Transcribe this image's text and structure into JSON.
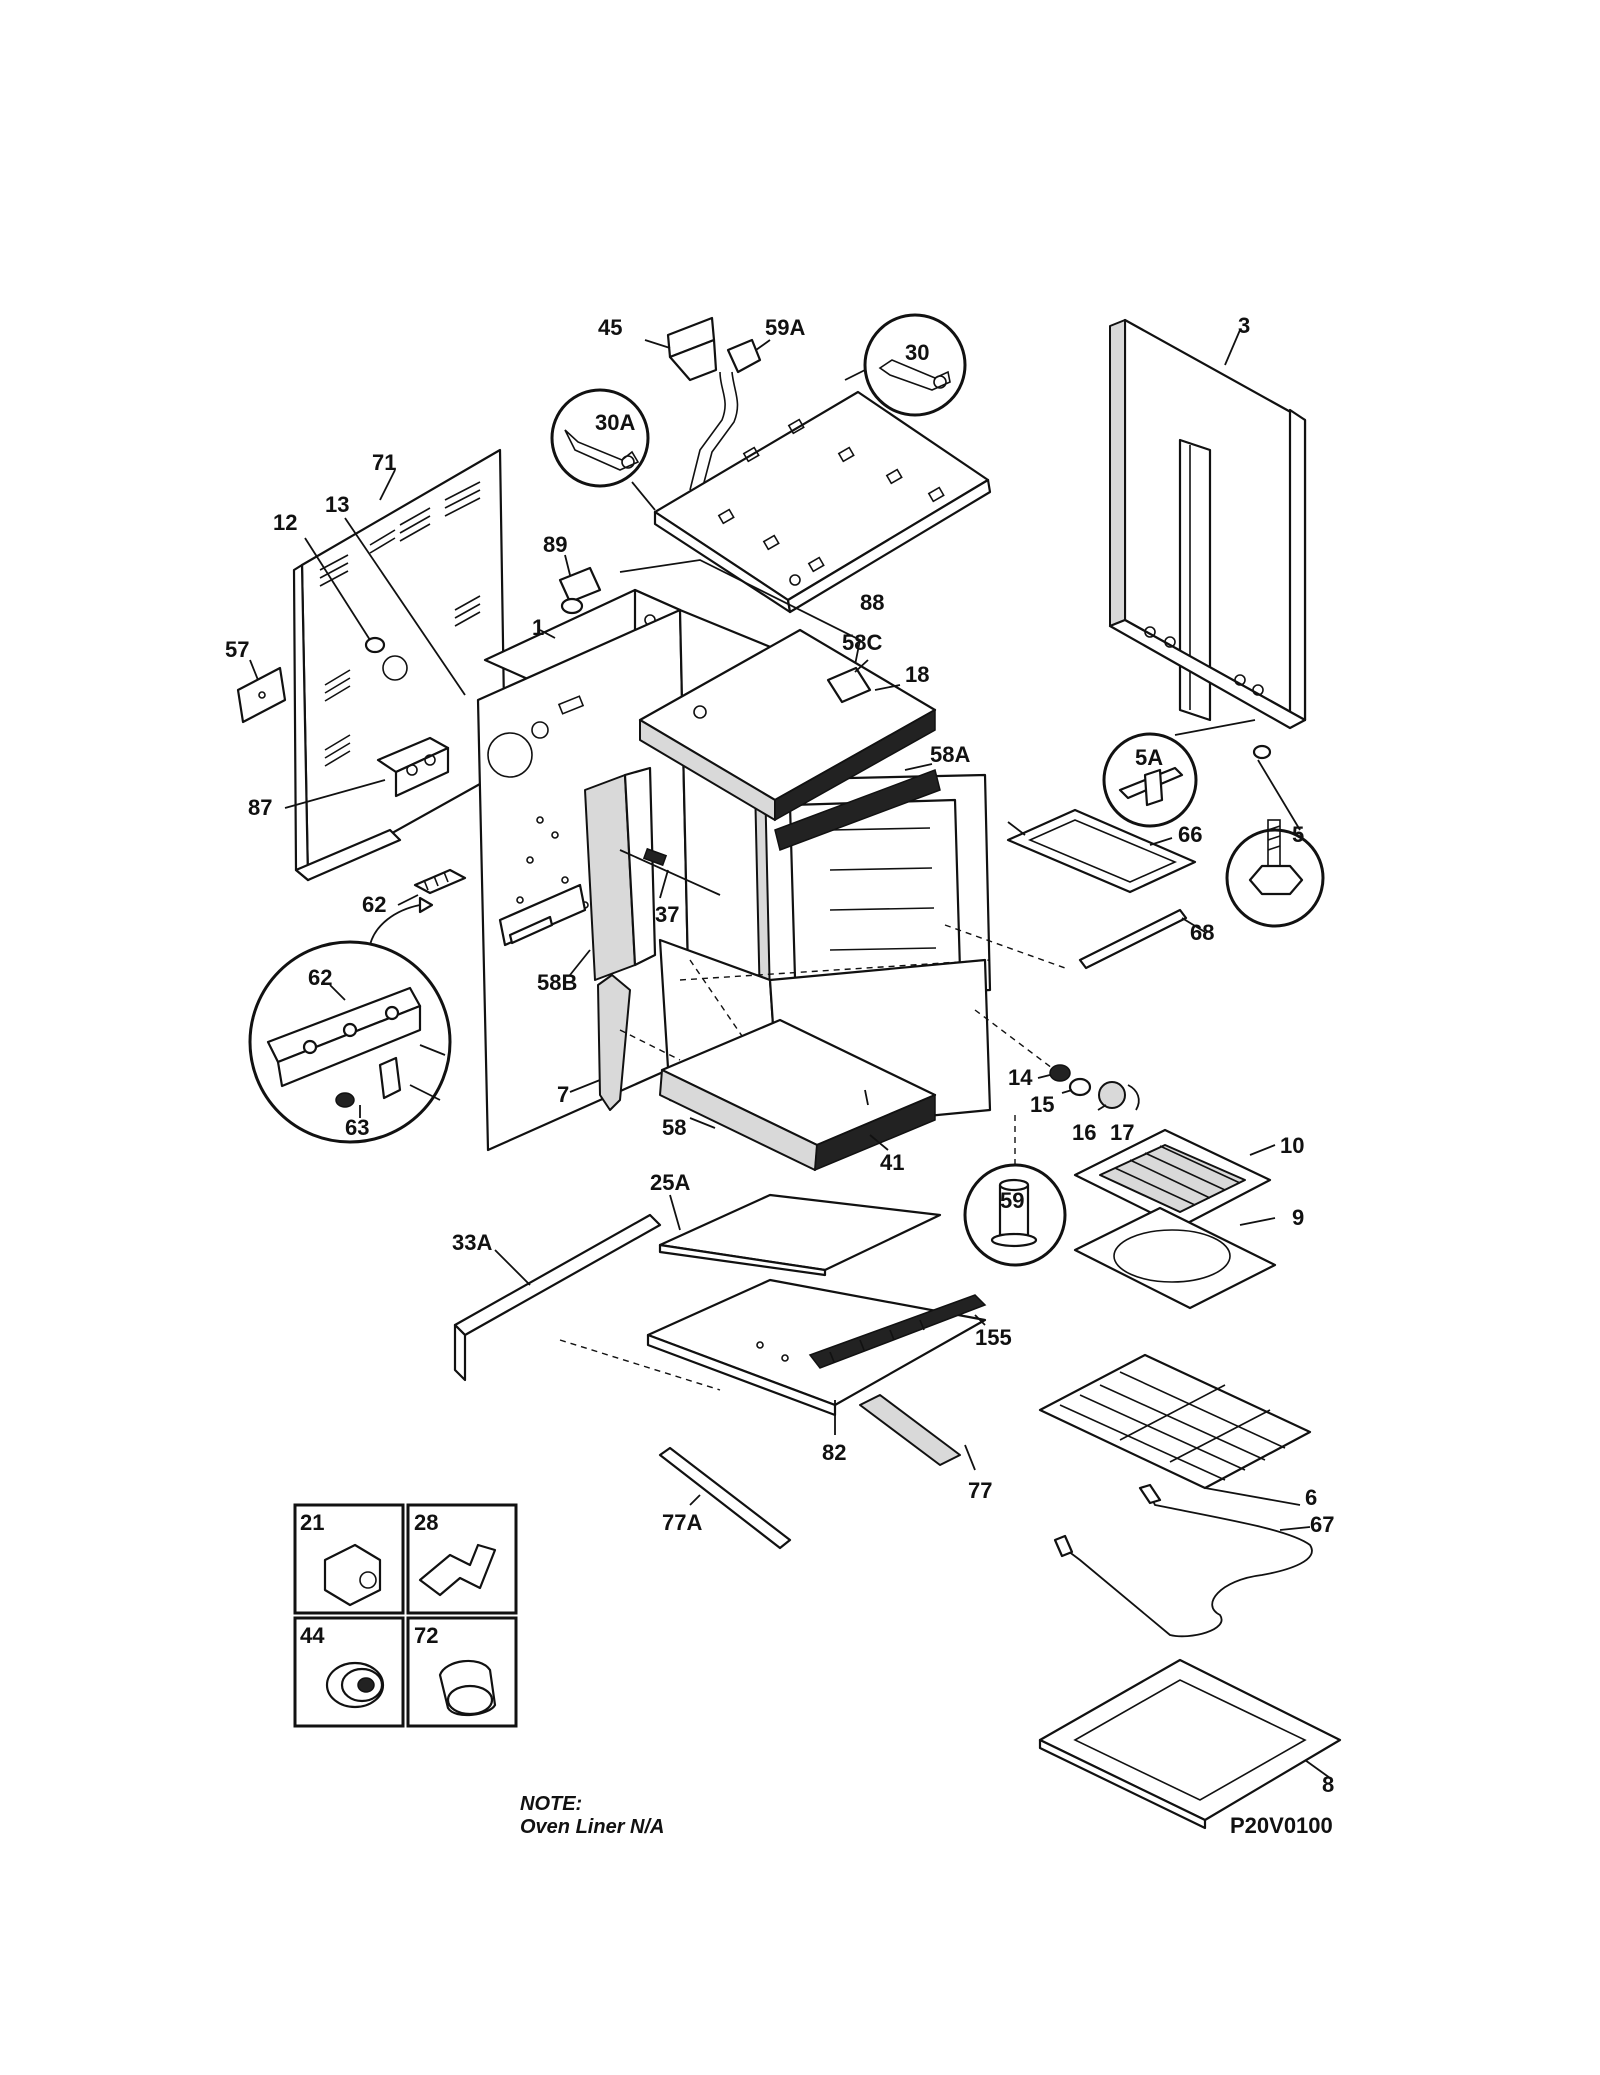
{
  "labels": {
    "l45": "45",
    "l59A": "59A",
    "l30": "30",
    "l30A": "30A",
    "l3": "3",
    "l71": "71",
    "l12": "12",
    "l13": "13",
    "l89": "89",
    "l1": "1",
    "l88": "88",
    "l58C": "58C",
    "l18": "18",
    "l57": "57",
    "l58A": "58A",
    "l5A": "5A",
    "l66": "66",
    "l5": "5",
    "l87": "87",
    "l68": "68",
    "l62a": "62",
    "l37": "37",
    "l58B": "58B",
    "l62b": "62",
    "l7": "7",
    "l14": "14",
    "l15": "15",
    "l16": "16",
    "l17": "17",
    "l63": "63",
    "l58": "58",
    "l41": "41",
    "l10": "10",
    "l25A": "25A",
    "l59": "59",
    "l9": "9",
    "l33A": "33A",
    "l155": "155",
    "l82": "82",
    "l6": "6",
    "l77": "77",
    "l77A": "77A",
    "l21": "21",
    "l28": "28",
    "l67": "67",
    "l44": "44",
    "l72": "72",
    "l8": "8"
  },
  "note": {
    "heading": "NOTE:",
    "text": "Oven Liner N/A"
  },
  "diagram_code": "P20V0100"
}
